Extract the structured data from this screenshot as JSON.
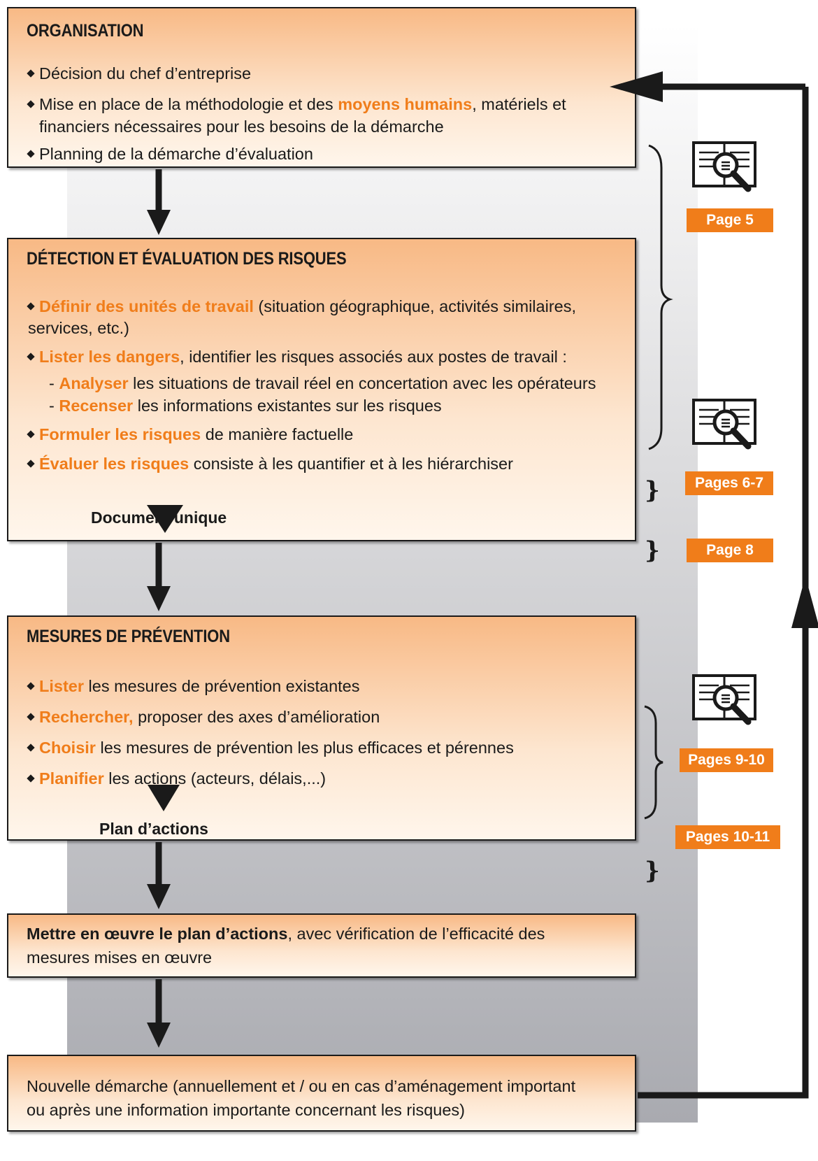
{
  "organisation": {
    "title": "ORGANISATION",
    "item1": "Décision du chef d’entreprise",
    "item2_pre": "Mise en place de la méthodologie et des ",
    "item2_hl": "moyens humains",
    "item2_post": ", matériels et",
    "item2_cont": "financiers nécessaires pour les besoins de la démarche",
    "item3": "Planning de la démarche d’évaluation"
  },
  "detection": {
    "title": "DÉTECTION ET ÉVALUATION DES RISQUES",
    "item1_hl": "Définir des unités de travail",
    "item1_post": " (situation géographique, activités similaires,",
    "item1_cont": "services, etc.)",
    "item2_hl": "Lister les dangers",
    "item2_post": ", identifier les risques associés aux postes de travail :",
    "sub1_hl": "Analyser",
    "sub1_post": " les situations de travail réel en concertation avec les opérateurs",
    "sub2_hl": "Recenser",
    "sub2_post": " les informations existantes sur les risques",
    "item3_hl": "Formuler les risques",
    "item3_post": " de manière factuelle",
    "item4_hl": "Évaluer les risques",
    "item4_post": " consiste à les quantifier et à les hiérarchiser",
    "result": "Document unique"
  },
  "prevention": {
    "title": "MESURES DE PRÉVENTION",
    "item1_hl": "Lister",
    "item1_post": " les mesures de prévention existantes",
    "item2_hl": "Rechercher,",
    "item2_post": " proposer des axes d’amélioration",
    "item3_hl": "Choisir",
    "item3_post": " les mesures de prévention les plus efficaces et pérennes",
    "item4_hl": "Planifier",
    "item4_post": " les actions (acteurs, délais,...)",
    "result": "Plan d’actions"
  },
  "implement": {
    "bold": "Mettre en œuvre le plan d’actions",
    "post": ", avec vérification de l’efficacité des",
    "cont": "mesures mises en œuvre"
  },
  "renew": {
    "line1": "Nouvelle démarche (annuellement et / ou en cas d’aménagement important",
    "line2": "ou après une information importante concernant les risques)"
  },
  "page_refs": [
    "Page 5",
    "Pages 6-7",
    "Page 8",
    "Pages 9-10",
    "Pages 10-11"
  ],
  "icons": [
    "book-magnifier-icon",
    "diamond-bullet-icon"
  ],
  "colors": {
    "accent": "#f07d1a",
    "box_top": "#f8b985",
    "box_bottom": "#fff6ec"
  }
}
